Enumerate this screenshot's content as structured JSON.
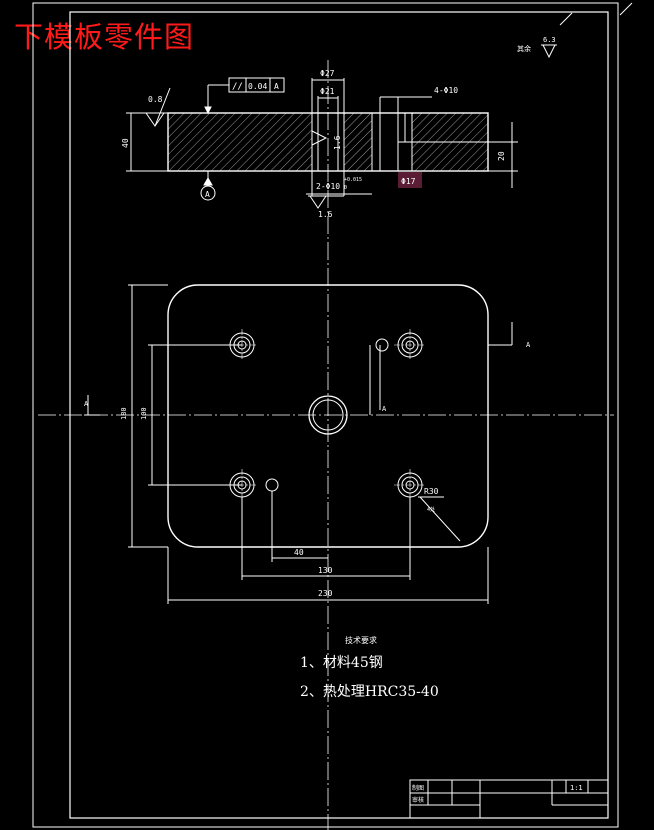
{
  "title": "下模板零件图",
  "roughness": {
    "other_label": "其余",
    "other_value": "6.3",
    "left_value": "0.8",
    "bottom_value": "1.6",
    "side_value": "1.6"
  },
  "tolerance_frame": {
    "symbol": "//",
    "value": "0.04",
    "datum": "A"
  },
  "datum": {
    "label": "A"
  },
  "section_dims": {
    "thickness": "40",
    "d27": "Φ27",
    "d21": "Φ21",
    "holes_4": "4-Φ10",
    "depth": "20",
    "holes_2": "2-Φ10",
    "tol_upper": "+0.015",
    "tol_lower": "0",
    "d17": "Φ17"
  },
  "plan_dims": {
    "height_outer": "180",
    "height_inner": "100",
    "radius": "R30",
    "radius_note": "4处",
    "gap": "40",
    "inner_width": "130",
    "overall_width": "230",
    "section_label": "A"
  },
  "requirements": {
    "heading": "技术要求",
    "item1": "1、材料45钢",
    "item2": "2、热处理HRC35-40"
  },
  "title_block": {
    "label_drawn": "制图",
    "label_checked": "审核",
    "scale": "1:1"
  }
}
